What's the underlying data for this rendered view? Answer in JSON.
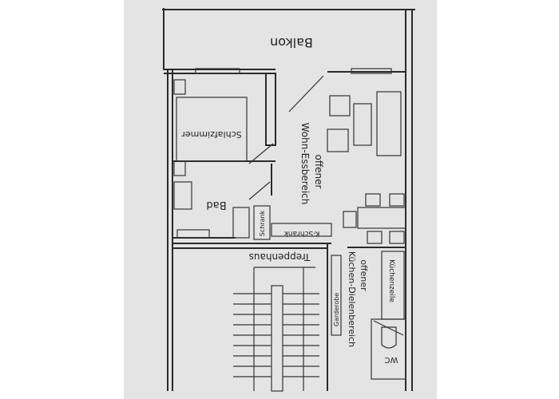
{
  "plan": {
    "rooms": {
      "balcony": "Balkon",
      "bedroom": "Schlafzimmer",
      "living_line1": "offener",
      "living_line2": "Wohn-Essbereich",
      "bath": "Bad",
      "closet": "Schrank",
      "kitchen_closet": "K-Schrank",
      "stairwell": "Treppenhaus",
      "kitchen_line1": "offener",
      "kitchen_line2": "Küchen-Dielenbereich",
      "kitchenette": "Küchenzeile",
      "wardrobe": "Garderobe",
      "wc": "WC"
    },
    "colors": {
      "paper": "#e6e6e6",
      "background": "#ffffff",
      "ink": "#2a2a2a"
    }
  }
}
